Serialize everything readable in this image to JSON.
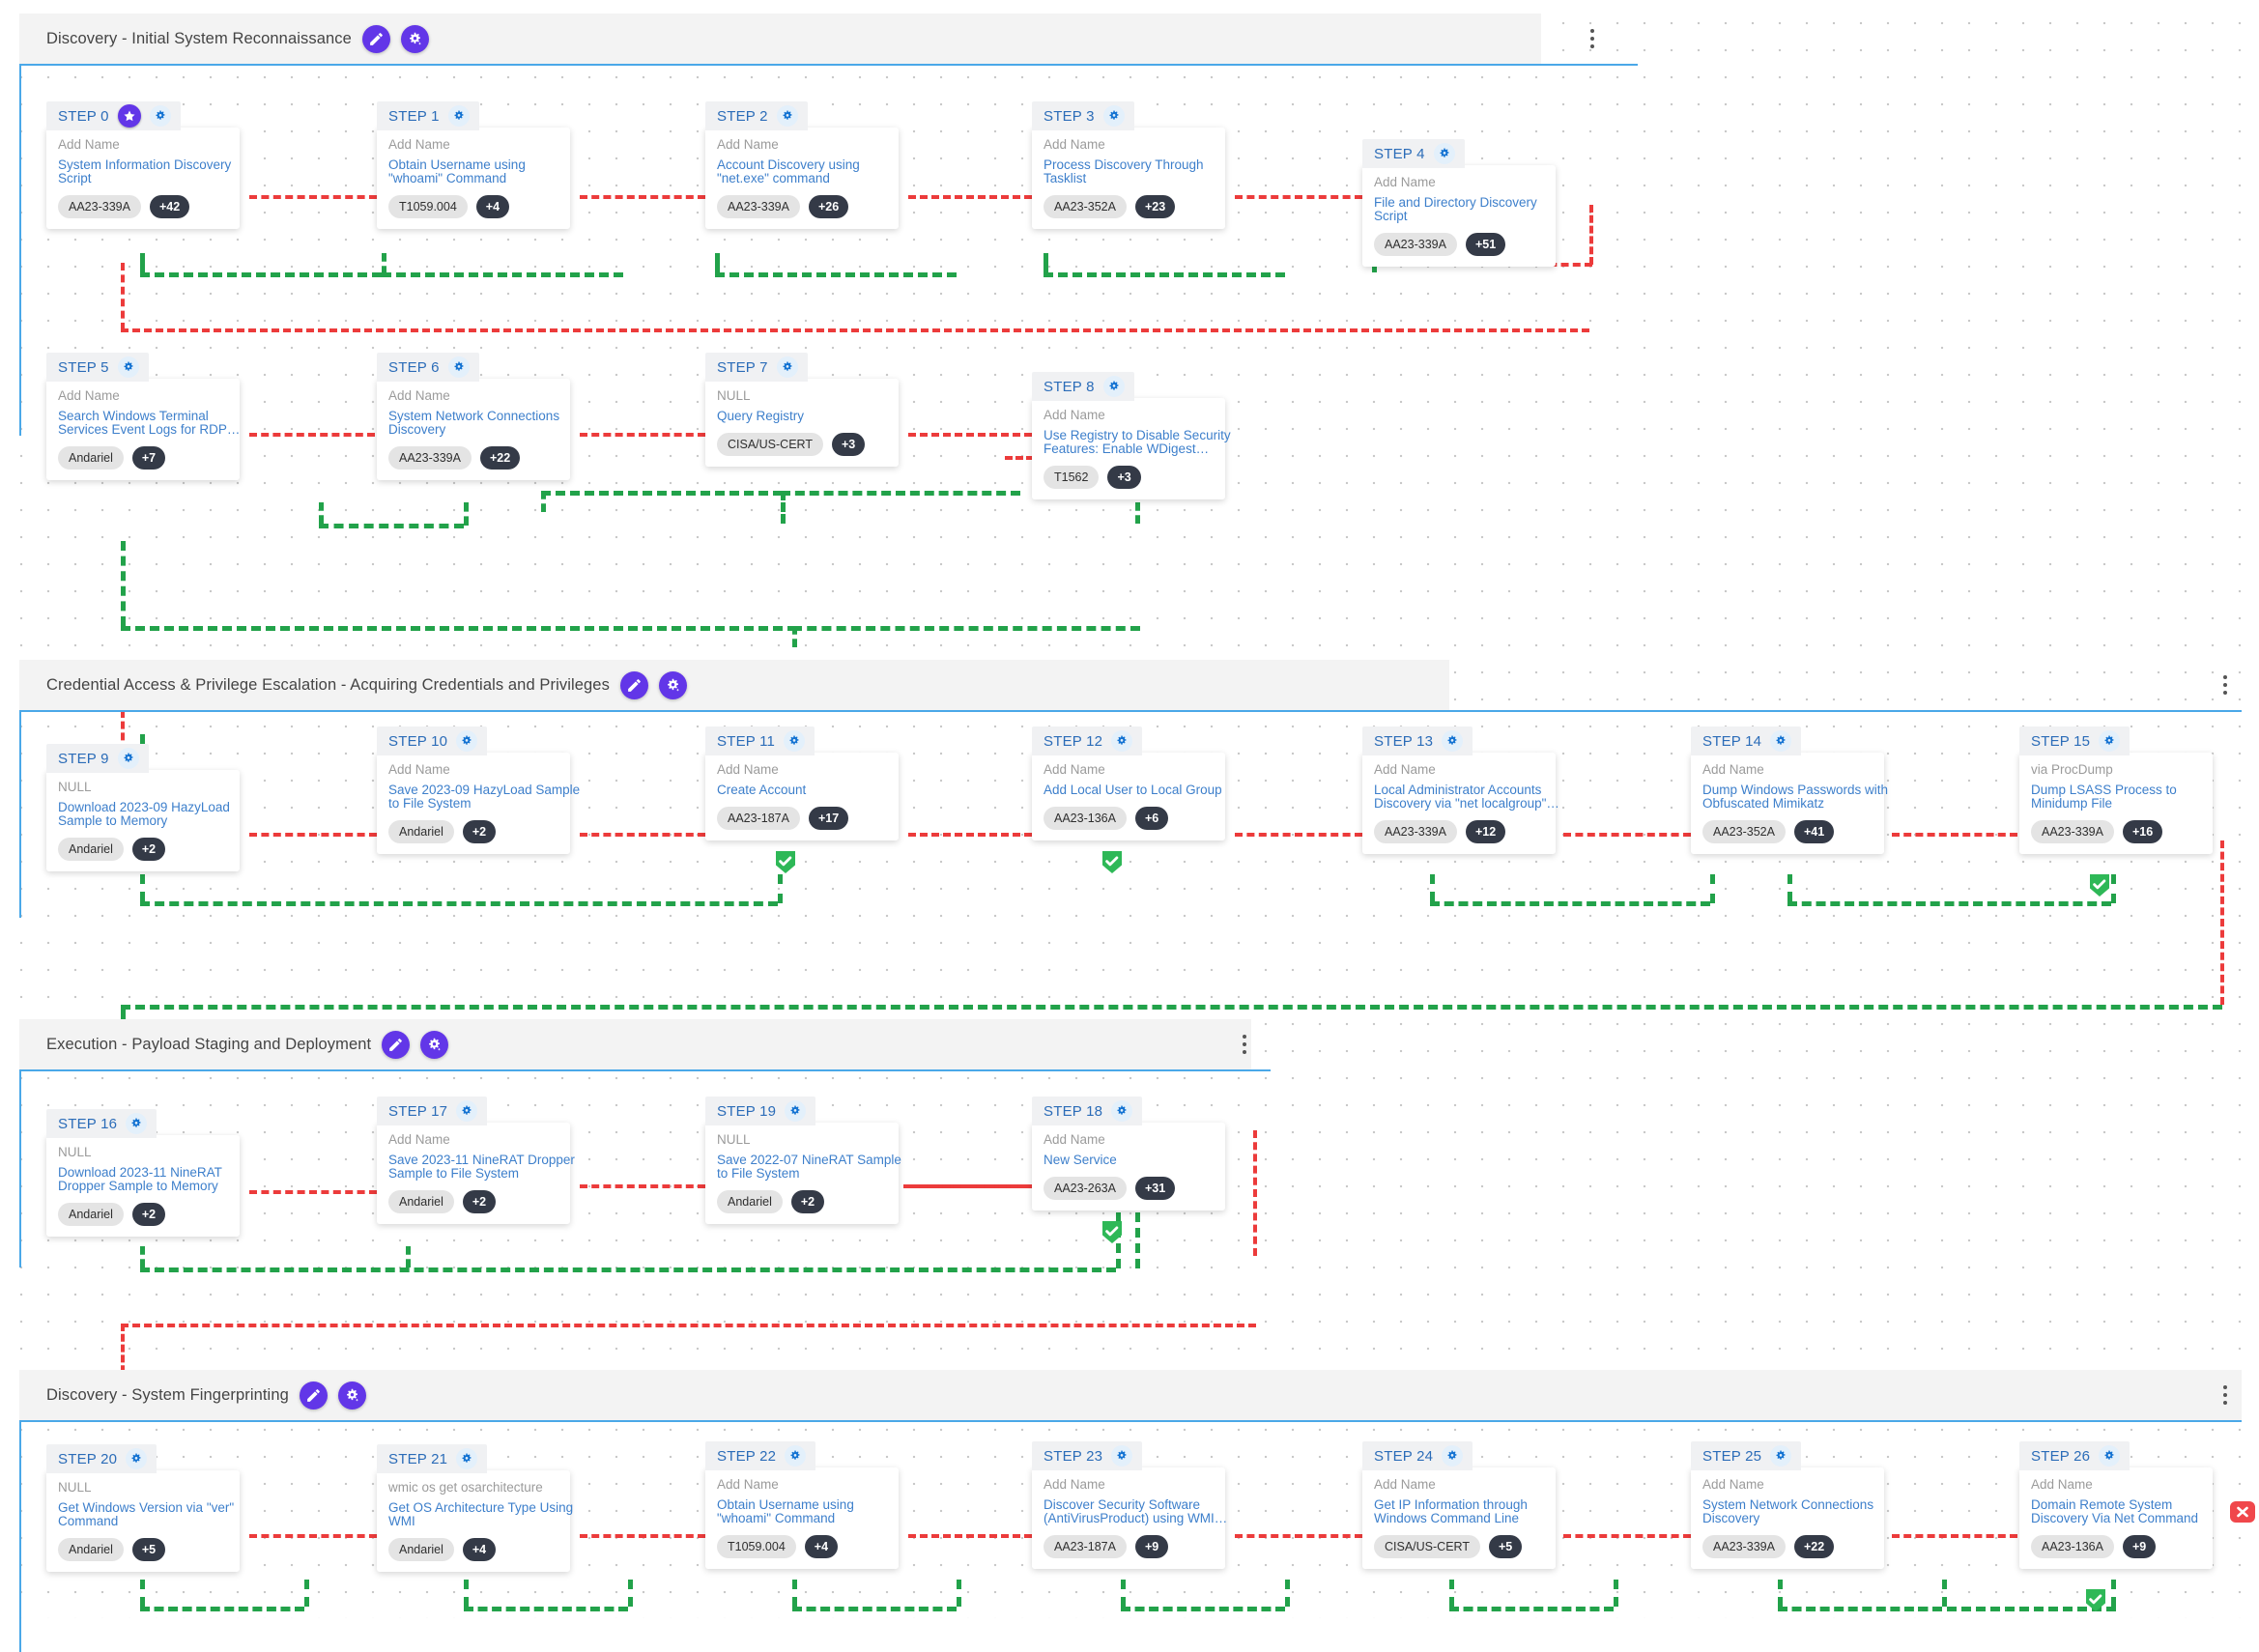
{
  "app": {
    "canvas_name": "attack-flow-builder-canvas"
  },
  "sections": [
    {
      "id": "sec-discovery-initial",
      "title": "Discovery - Initial System Reconnaissance",
      "edit_icon": "pencil-icon",
      "magic_icon": "magic-gear-icon",
      "menu_icon": "kebab-menu-icon"
    },
    {
      "id": "sec-credential-access",
      "title": "Credential Access & Privilege Escalation - Acquiring Credentials and Privileges",
      "edit_icon": "pencil-icon",
      "magic_icon": "magic-gear-icon",
      "menu_icon": "kebab-menu-icon"
    },
    {
      "id": "sec-execution",
      "title": "Execution - Payload Staging and Deployment",
      "edit_icon": "pencil-icon",
      "magic_icon": "magic-gear-icon",
      "menu_icon": "kebab-menu-icon"
    },
    {
      "id": "sec-discovery-fingerprint",
      "title": "Discovery - System Fingerprinting",
      "edit_icon": "pencil-icon",
      "magic_icon": "magic-gear-icon",
      "menu_icon": "kebab-menu-icon"
    }
  ],
  "steps": [
    {
      "step": "STEP 0",
      "name": "Add Name",
      "technique": [
        "System Information Discovery",
        "Script"
      ],
      "source": "AA23-339A",
      "count": "+42",
      "starred": true,
      "status": "none"
    },
    {
      "step": "STEP 1",
      "name": "Add Name",
      "technique": [
        "Obtain Username using",
        "\"whoami\" Command"
      ],
      "source": "T1059.004",
      "count": "+4",
      "starred": false,
      "status": "none"
    },
    {
      "step": "STEP 2",
      "name": "Add Name",
      "technique": [
        "Account Discovery using",
        "\"net.exe\" command"
      ],
      "source": "AA23-339A",
      "count": "+26",
      "starred": false,
      "status": "none"
    },
    {
      "step": "STEP 3",
      "name": "Add Name",
      "technique": [
        "Process Discovery Through",
        "Tasklist"
      ],
      "source": "AA23-352A",
      "count": "+23",
      "starred": false,
      "status": "none"
    },
    {
      "step": "STEP 4",
      "name": "Add Name",
      "technique": [
        "File and Directory Discovery",
        "Script"
      ],
      "source": "AA23-339A",
      "count": "+51",
      "starred": false,
      "status": "none"
    },
    {
      "step": "STEP 5",
      "name": "Add Name",
      "technique": [
        "Search Windows Terminal",
        "Services Event Logs for RDP…"
      ],
      "source": "Andariel",
      "count": "+7",
      "starred": false,
      "status": "none"
    },
    {
      "step": "STEP 6",
      "name": "Add Name",
      "technique": [
        "System Network Connections",
        "Discovery"
      ],
      "source": "AA23-339A",
      "count": "+22",
      "starred": false,
      "status": "none"
    },
    {
      "step": "STEP 7",
      "name": "NULL",
      "technique": [
        "Query Registry"
      ],
      "source": "CISA/US-CERT",
      "count": "+3",
      "starred": false,
      "status": "none"
    },
    {
      "step": "STEP 8",
      "name": "Add Name",
      "technique": [
        "Use Registry to Disable Security",
        "Features: Enable WDigest…"
      ],
      "source": "T1562",
      "count": "+3",
      "starred": false,
      "status": "none"
    },
    {
      "step": "STEP 9",
      "name": "NULL",
      "technique": [
        "Download 2023-09 HazyLoad",
        "Sample to Memory"
      ],
      "source": "Andariel",
      "count": "+2",
      "starred": false,
      "status": "none"
    },
    {
      "step": "STEP 10",
      "name": "Add Name",
      "technique": [
        "Save 2023-09 HazyLoad Sample",
        "to File System"
      ],
      "source": "Andariel",
      "count": "+2",
      "starred": false,
      "status": "none"
    },
    {
      "step": "STEP 11",
      "name": "Add Name",
      "technique": [
        "Create Account"
      ],
      "source": "AA23-187A",
      "count": "+17",
      "starred": false,
      "status": "ok"
    },
    {
      "step": "STEP 12",
      "name": "Add Name",
      "technique": [
        "Add Local User to Local Group"
      ],
      "source": "AA23-136A",
      "count": "+6",
      "starred": false,
      "status": "ok"
    },
    {
      "step": "STEP 13",
      "name": "Add Name",
      "technique": [
        "Local Administrator Accounts",
        "Discovery via \"net localgroup\"…"
      ],
      "source": "AA23-339A",
      "count": "+12",
      "starred": false,
      "status": "none"
    },
    {
      "step": "STEP 14",
      "name": "Add Name",
      "technique": [
        "Dump Windows Passwords with",
        "Obfuscated Mimikatz"
      ],
      "source": "AA23-352A",
      "count": "+41",
      "starred": false,
      "status": "none"
    },
    {
      "step": "STEP 15",
      "name": "via ProcDump",
      "technique": [
        "Dump LSASS Process to",
        "Minidump File"
      ],
      "source": "AA23-339A",
      "count": "+16",
      "starred": false,
      "status": "ok"
    },
    {
      "step": "STEP 16",
      "name": "NULL",
      "technique": [
        "Download 2023-11 NineRAT",
        "Dropper Sample to Memory"
      ],
      "source": "Andariel",
      "count": "+2",
      "starred": false,
      "status": "none"
    },
    {
      "step": "STEP 17",
      "name": "Add Name",
      "technique": [
        "Save 2023-11 NineRAT Dropper",
        "Sample to File System"
      ],
      "source": "Andariel",
      "count": "+2",
      "starred": false,
      "status": "none"
    },
    {
      "step": "STEP 19",
      "name": "NULL",
      "technique": [
        "Save 2022-07 NineRAT Sample",
        "to File System"
      ],
      "source": "Andariel",
      "count": "+2",
      "starred": false,
      "status": "none"
    },
    {
      "step": "STEP 18",
      "name": "Add Name",
      "technique": [
        "New Service"
      ],
      "source": "AA23-263A",
      "count": "+31",
      "starred": false,
      "status": "ok"
    },
    {
      "step": "STEP 20",
      "name": "NULL",
      "technique": [
        "Get Windows Version via \"ver\"",
        "Command"
      ],
      "source": "Andariel",
      "count": "+5",
      "starred": false,
      "status": "none"
    },
    {
      "step": "STEP 21",
      "name": "wmic os get osarchitecture",
      "technique": [
        "Get OS Architecture Type Using",
        "WMI"
      ],
      "source": "Andariel",
      "count": "+4",
      "starred": false,
      "status": "none"
    },
    {
      "step": "STEP 22",
      "name": "Add Name",
      "technique": [
        "Obtain Username using",
        "\"whoami\" Command"
      ],
      "source": "T1059.004",
      "count": "+4",
      "starred": false,
      "status": "none"
    },
    {
      "step": "STEP 23",
      "name": "Add Name",
      "technique": [
        "Discover Security Software",
        "(AntiVirusProduct) using WMI…"
      ],
      "source": "AA23-187A",
      "count": "+9",
      "starred": false,
      "status": "none"
    },
    {
      "step": "STEP 24",
      "name": "Add Name",
      "technique": [
        "Get IP Information through",
        "Windows Command Line"
      ],
      "source": "CISA/US-CERT",
      "count": "+5",
      "starred": false,
      "status": "none"
    },
    {
      "step": "STEP 25",
      "name": "Add Name",
      "technique": [
        "System Network Connections",
        "Discovery"
      ],
      "source": "AA23-339A",
      "count": "+22",
      "starred": false,
      "status": "none"
    },
    {
      "step": "STEP 26",
      "name": "Add Name",
      "technique": [
        "Domain Remote System",
        "Discovery Via Net Command"
      ],
      "source": "AA23-136A",
      "count": "+9",
      "starred": false,
      "status": "ok_err"
    }
  ],
  "colors": {
    "accent_purple": "#6236e8",
    "link_blue": "#3d7fcb",
    "step_blue": "#2b6cb8",
    "flow_red": "#ec3b3b",
    "flow_green": "#22a24a",
    "tag_dark": "#343a47",
    "section_band": "#f3f3f3",
    "section_rule": "#4aa8e8"
  }
}
